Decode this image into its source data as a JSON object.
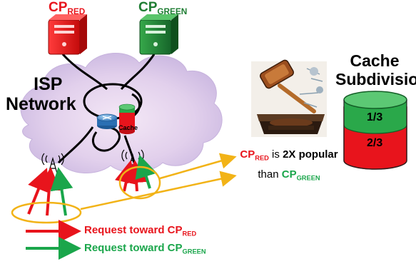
{
  "servers": {
    "red": {
      "label_main": "CP",
      "label_sub": "RED",
      "color": "#e8141c"
    },
    "green": {
      "label_main": "CP",
      "label_sub": "GREEN",
      "color": "#1e7d32"
    }
  },
  "isp": {
    "line1": "ISP",
    "line2": "Network"
  },
  "router": {
    "cache_label": "Cache"
  },
  "cache_subdivision": {
    "title_line1": "Cache",
    "title_line2": "Subdivision",
    "green_fraction": "1/3",
    "red_fraction": "2/3"
  },
  "popularity": {
    "red_main": "CP",
    "red_sub": "RED",
    "middle": " is ",
    "factor": "2X popular",
    "than": "than ",
    "green_main": "CP",
    "green_sub": "GREEN"
  },
  "legend": {
    "red_text": "Request toward CP",
    "red_sub": "RED",
    "green_text": "Request toward CP",
    "green_sub": "GREEN"
  },
  "colors": {
    "red": "#e8141c",
    "green": "#1aa64b",
    "orange": "#f2b317",
    "cloud": "#d8c8e8"
  }
}
